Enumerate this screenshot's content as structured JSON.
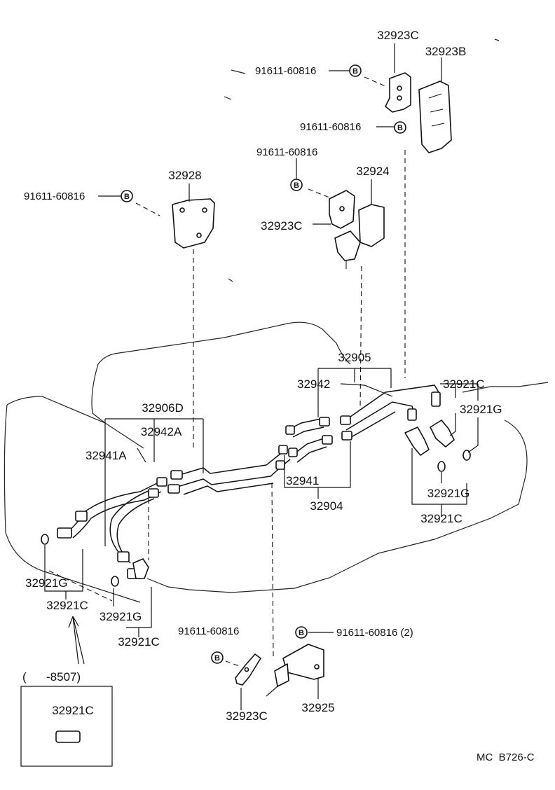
{
  "labels": {
    "p32923C_top": "32923C",
    "p32923B": "32923B",
    "bolt_top1": "91611-60816",
    "bolt_top2": "91611-60816",
    "bolt_mid_right": "91611-60816",
    "p32924": "32924",
    "p32923C_mid": "32923C",
    "p32928": "32928",
    "bolt_left": "91611-60816",
    "p32905": "32905",
    "p32942": "32942",
    "p32921C_r1": "32921C",
    "p32921G_r1": "32921G",
    "p32906D": "32906D",
    "p32942A": "32942A",
    "p32941A": "32941A",
    "p32941": "32941",
    "p32904": "32904",
    "p32921G_r2": "32921G",
    "p32921C_r2": "32921C",
    "p32921G_l1": "32921G",
    "p32921C_l1": "32921C",
    "p32921G_l2": "32921G",
    "p32921C_l2": "32921C",
    "bolt_bottom_left": "91611-60816",
    "bolt_bottom_right": "91611-60816 (2)",
    "p32923C_bottom": "32923C",
    "p32925": "32925",
    "inset_range": "(      -8507)",
    "inset_part": "32921C",
    "diagram_code": "MC  B726-C"
  },
  "badge_letter": "B",
  "badge_icon": "bolt-badge-b-icon"
}
